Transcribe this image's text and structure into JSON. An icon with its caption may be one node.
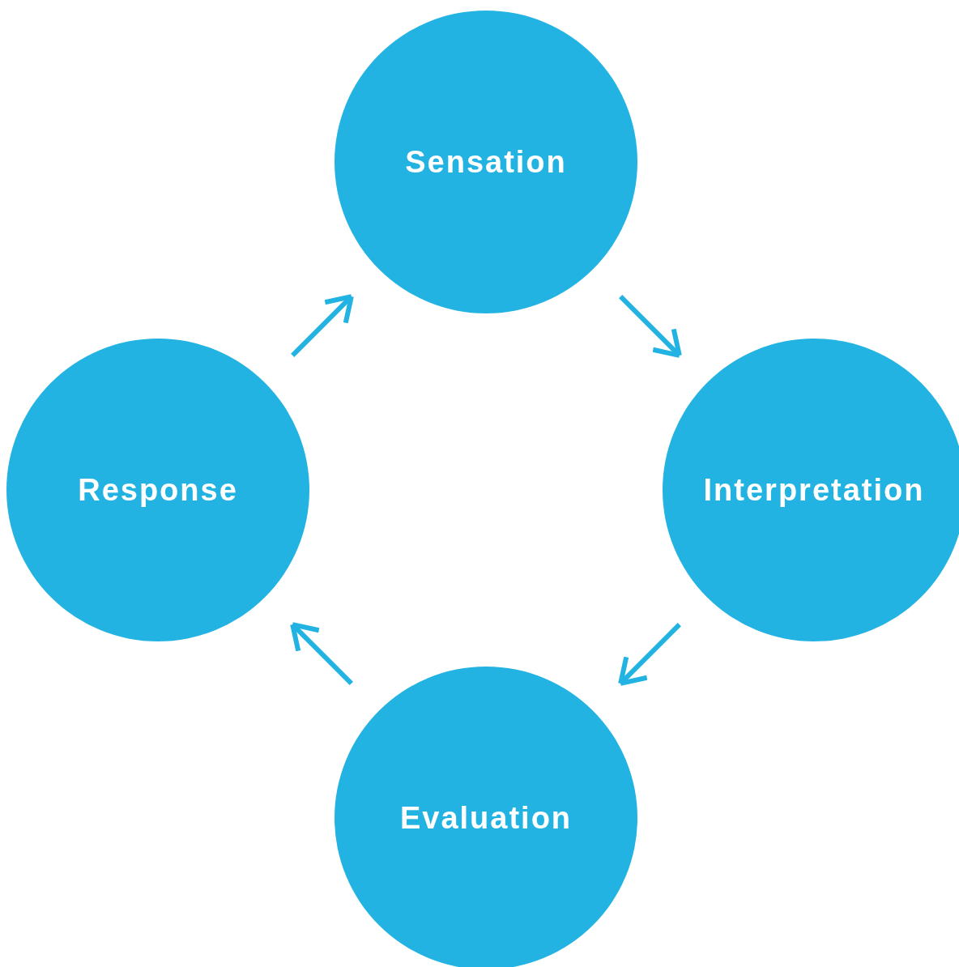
{
  "diagram": {
    "nodes": [
      {
        "text": [
          "Sensation"
        ]
      },
      {
        "text": [
          "Interpretation"
        ]
      },
      {
        "text": [
          "Evaluation"
        ]
      },
      {
        "text": [
          "Response"
        ]
      }
    ],
    "edges": [
      {
        "from": 0,
        "to": 1,
        "arrow": "to"
      },
      {
        "from": 1,
        "to": 2,
        "arrow": "to"
      },
      {
        "from": 2,
        "to": 3,
        "arrow": "to"
      },
      {
        "from": 3,
        "to": 0,
        "arrow": "to"
      }
    ]
  }
}
